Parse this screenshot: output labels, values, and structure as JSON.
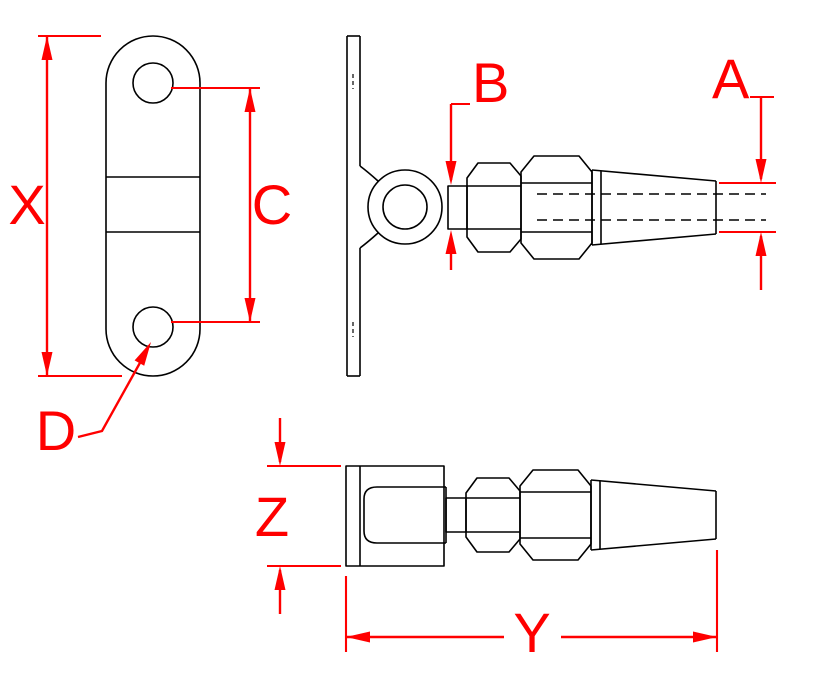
{
  "drawing": {
    "colors": {
      "background": "#ffffff",
      "geometry": "#000000",
      "dimension": "#ff0000"
    },
    "labels": {
      "x": "X",
      "c": "C",
      "d": "D",
      "b": "B",
      "a": "A",
      "z": "Z",
      "y": "Y"
    }
  }
}
